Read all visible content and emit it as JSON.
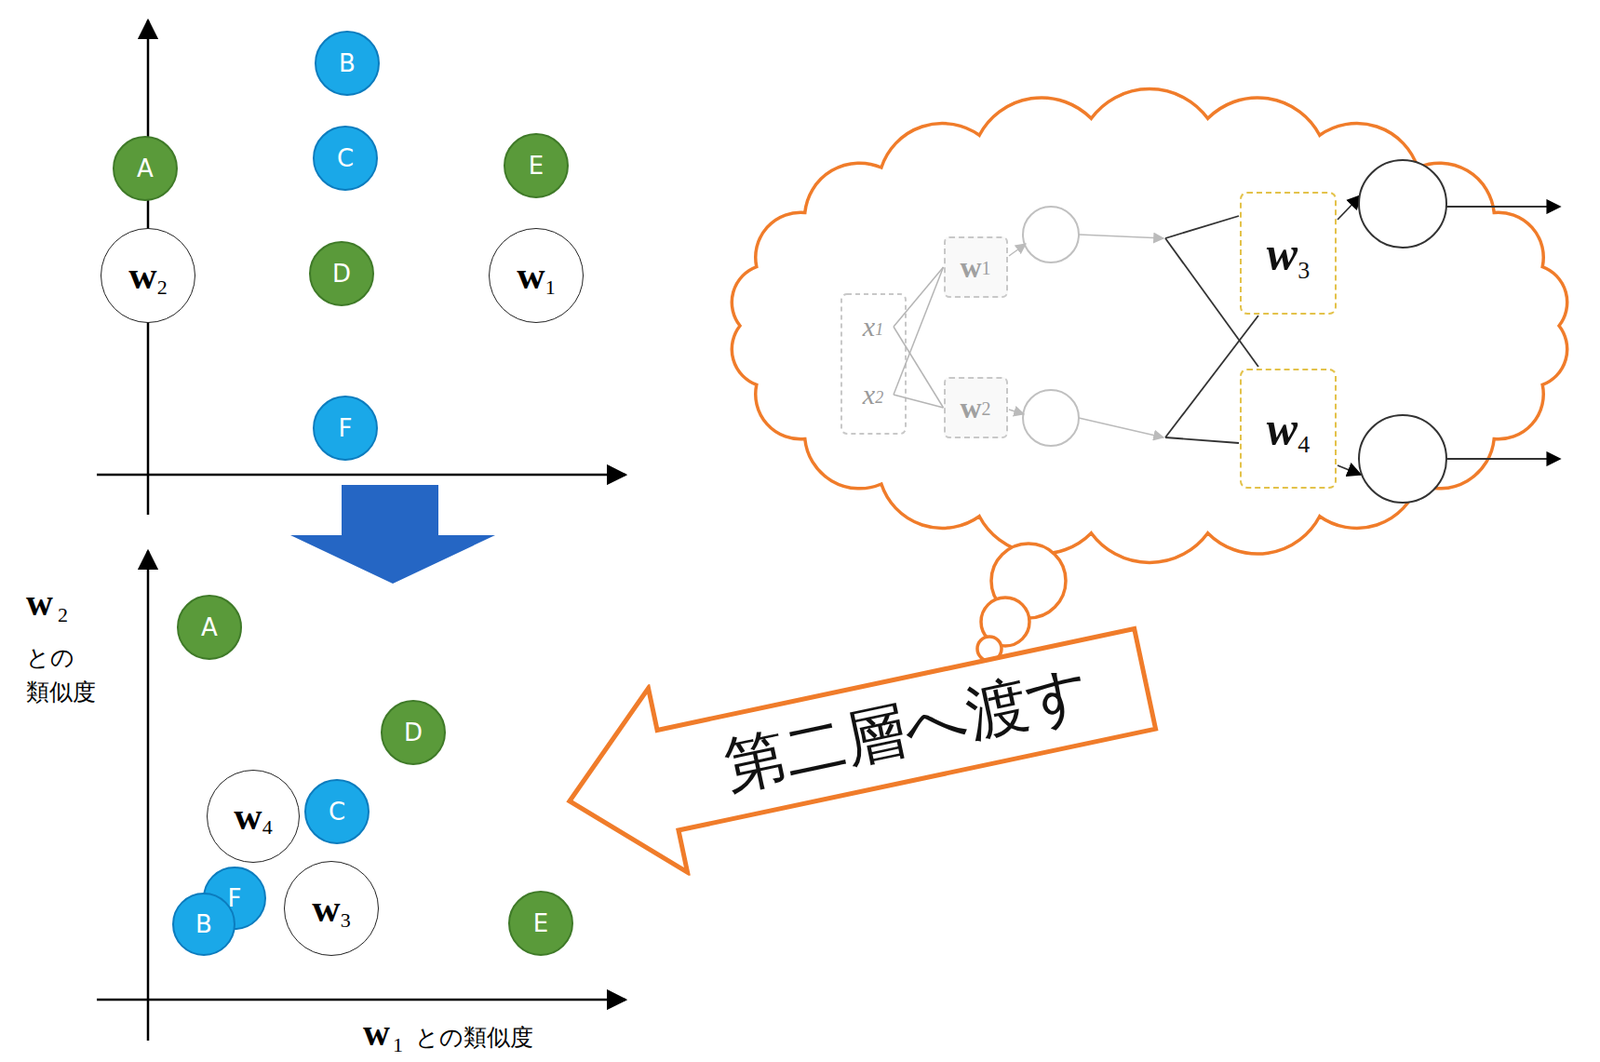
{
  "diagram": {
    "nodes": [
      {
        "text": [
          "B"
        ]
      },
      {
        "text": [
          "A"
        ]
      },
      {
        "text": [
          "C"
        ]
      },
      {
        "text": [
          "E"
        ]
      },
      {
        "text": [
          "w",
          "2"
        ]
      },
      {
        "text": [
          "D"
        ]
      },
      {
        "text": [
          "w",
          "1"
        ]
      },
      {
        "text": [
          "F"
        ]
      },
      {
        "text": [
          "A"
        ]
      },
      {
        "text": [
          "D"
        ]
      },
      {
        "text": [
          "w",
          "4"
        ]
      },
      {
        "text": [
          "C"
        ]
      },
      {
        "text": [
          "F"
        ]
      },
      {
        "text": [
          "B"
        ]
      },
      {
        "text": [
          "w",
          "3"
        ]
      },
      {
        "text": [
          "E"
        ]
      },
      {
        "text": [
          "x",
          "1"
        ]
      },
      {
        "text": [
          "x",
          "2"
        ]
      },
      {
        "text": [
          "w",
          "1"
        ]
      },
      {
        "text": [
          "w",
          "2"
        ]
      },
      {
        "text": [
          "w",
          "3"
        ]
      },
      {
        "text": [
          "w",
          "4"
        ]
      },
      {
        "text": [
          "第二層へ渡す"
        ]
      }
    ],
    "edges": [
      {
        "from": 16,
        "to": 18,
        "arrow": "none"
      },
      {
        "from": 16,
        "to": 19,
        "arrow": "none"
      },
      {
        "from": 17,
        "to": 18,
        "arrow": "none"
      },
      {
        "from": 17,
        "to": 19,
        "arrow": "none"
      }
    ],
    "labels": [
      "w",
      "2",
      "との",
      "類似度",
      "w",
      "1",
      "との類似度"
    ]
  }
}
